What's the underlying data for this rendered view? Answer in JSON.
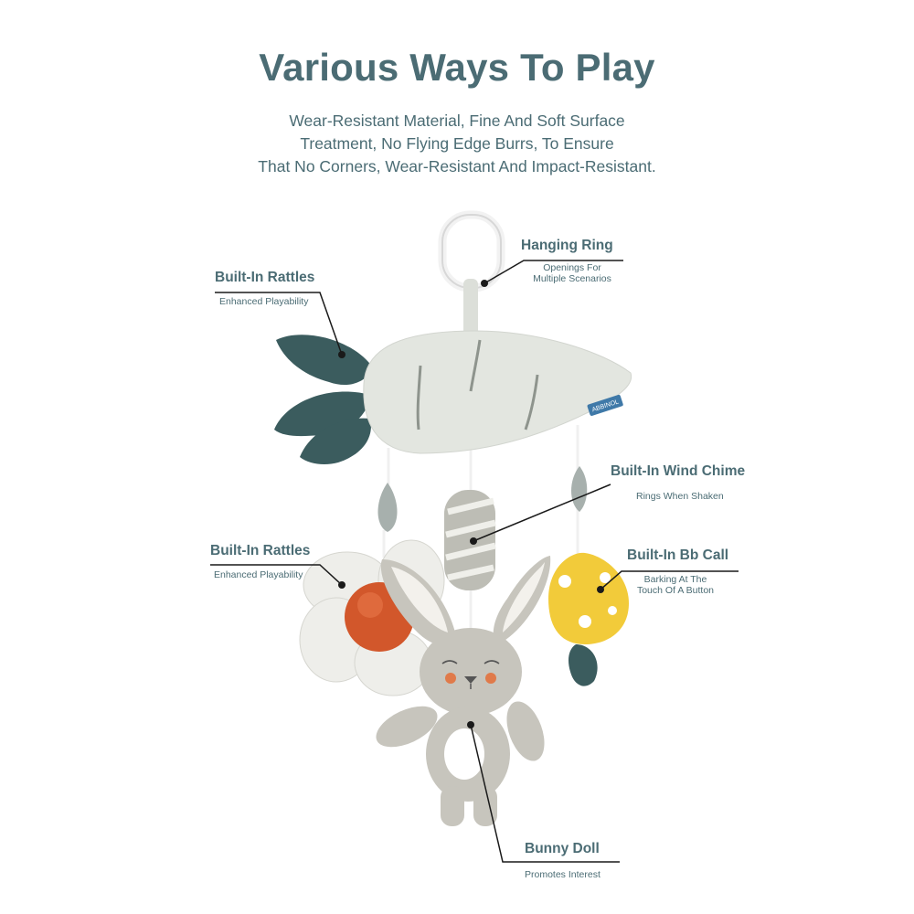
{
  "title": "Various Ways To Play",
  "subtitle_lines": [
    "Wear-Resistant Material, Fine And Soft Surface",
    "Treatment, No Flying Edge Burrs, To Ensure",
    "That No Corners, Wear-Resistant And Impact-Resistant."
  ],
  "brand_tag": "ABBINOL",
  "callouts": {
    "hanging_ring": {
      "title": "Hanging Ring",
      "desc_lines": [
        "Openings For",
        "Multiple Scenarios"
      ]
    },
    "rattles_top": {
      "title": "Built-In Rattles",
      "desc_lines": [
        "Enhanced Playability"
      ]
    },
    "wind_chime": {
      "title": "Built-In Wind Chime",
      "desc_lines": [
        "Rings When Shaken"
      ]
    },
    "rattles_flower": {
      "title": "Built-In Rattles",
      "desc_lines": [
        "Enhanced Playability"
      ]
    },
    "bb_call": {
      "title": "Built-In Bb Call",
      "desc_lines": [
        "Barking At The",
        "Touch Of A Button"
      ]
    },
    "bunny": {
      "title": "Bunny Doll",
      "desc_lines": [
        "Promotes Interest"
      ]
    }
  },
  "colors": {
    "heading": "#4b6c74",
    "carrot_body": "#e3e6e0",
    "leaves": "#3b5c5e",
    "flower_center": "#d2572b",
    "mushroom": "#f2cb3a",
    "bunny": "#c7c5bd"
  }
}
